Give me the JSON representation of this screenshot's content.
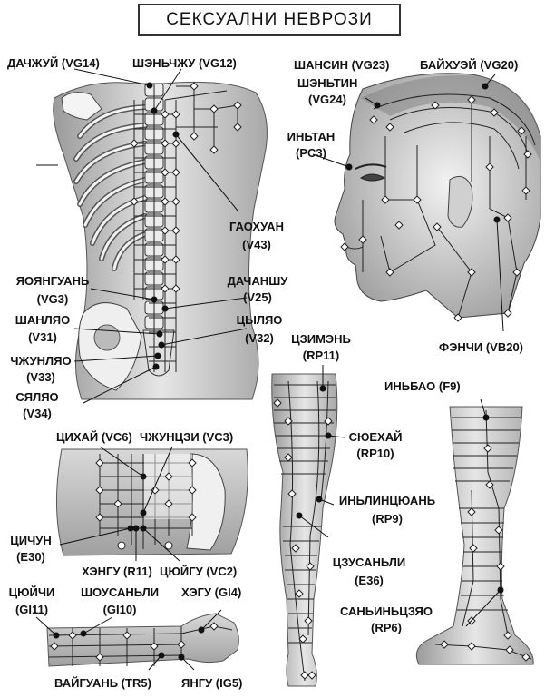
{
  "title": "СЕКСУАЛНИ НЕВРОЗИ",
  "labels": {
    "dazhzhui": "ДАЧЖУЙ (VG14)",
    "shenzhu": "ШЭНЬЧЖУ (VG12)",
    "shangxing": "ШАНСИН (VG23)",
    "baihui": "БАЙХУЭЙ (VG20)",
    "shenting_1": "ШЭНЬТИН",
    "shenting_2": "(VG24)",
    "yintang_1": "ИНЬТАН",
    "yintang_2": "(PC3)",
    "gaohuang_1": "ГАОХУАН",
    "gaohuang_2": "(V43)",
    "yaoyangguan_1": "ЯОЯНГУАНЬ",
    "yaoyangguan_2": "(VG3)",
    "dachangshu_1": "ДАЧАНШУ",
    "dachangshu_2": "(V25)",
    "shangliao_1": "ШАНЛЯО",
    "shangliao_2": "(V31)",
    "ciliao_1": "ЦЫЛЯО",
    "ciliao_2": "(V32)",
    "zhongliao_1": "ЧЖУНЛЯО",
    "zhongliao_2": "(V33)",
    "xialiao_1": "СЯЛЯО",
    "xialiao_2": "(V34)",
    "fengchi": "ФЭНЧИ (VB20)",
    "jimen_1": "ЦЗИМЭНЬ",
    "jimen_2": "(RP11)",
    "yinbao": "ИНЬБАО (F9)",
    "xuehai_1": "СЮЕХАЙ",
    "xuehai_2": "(RP10)",
    "yinlingquan_1": "ИНЬЛИНЦЮАНЬ",
    "yinlingquan_2": "(RP9)",
    "zusanli_1": "ЦЗУСАНЬЛИ",
    "zusanli_2": "(E36)",
    "sanyinjiao_1": "САНЬИНЬЦЗЯО",
    "sanyinjiao_2": "(RP6)",
    "qihai": "ЦИХАЙ (VC6)",
    "zhongji": "ЧЖУНЦЗИ (VC3)",
    "qichong_1": "ЦИЧУН",
    "qichong_2": "(E30)",
    "henggu": "ХЭНГУ (R11)",
    "qugu": "ЦЮЙГУ (VC2)",
    "quchi_1": "ЦЮЙЧИ",
    "quchi_2": "(GI11)",
    "shousanli_1": "ШОУСАНЬЛИ",
    "shousanli_2": "(GI10)",
    "hegu": "ХЭГУ (GI4)",
    "waiguan": "ВАЙГУАНЬ (TR5)",
    "yanggu": "ЯНГУ (IG5)"
  }
}
